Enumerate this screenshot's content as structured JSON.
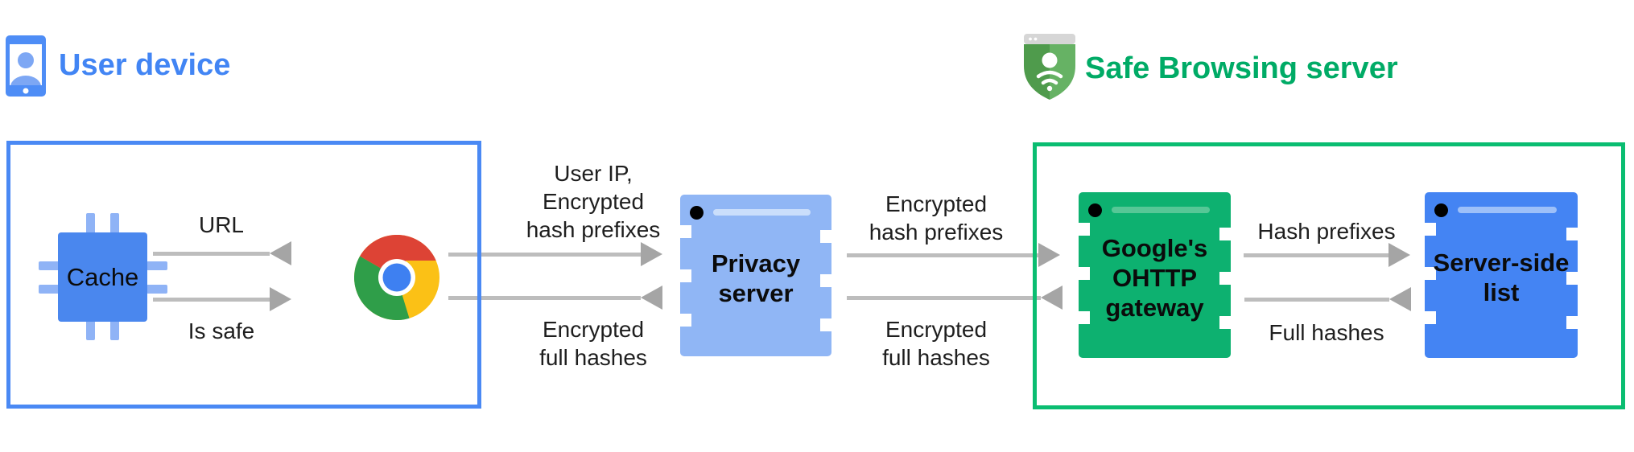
{
  "header": {
    "user_device_label": "User device",
    "safe_browsing_label": "Safe Browsing server"
  },
  "nodes": {
    "cache": {
      "label": "Cache",
      "icon": "chip-icon",
      "color": "#4a87ee"
    },
    "browser": {
      "icon": "chrome-icon"
    },
    "privacy_server": {
      "label": "Privacy\nserver",
      "icon": "server-icon",
      "color": "#90b6f5"
    },
    "ohttp_gateway": {
      "label": "Google's\nOHTTP\ngateway",
      "icon": "server-icon",
      "color": "#0db170"
    },
    "server_side_list": {
      "label": "Server-side\nlist",
      "icon": "server-icon",
      "color": "#4484f3"
    }
  },
  "flows": {
    "url": {
      "label": "URL",
      "direction": "browser-to-cache"
    },
    "is_safe": {
      "label": "Is safe",
      "direction": "cache-to-browser"
    },
    "to_privacy": {
      "label": "User IP,\nEncrypted\nhash prefixes",
      "direction": "browser-to-privacy-server"
    },
    "from_privacy": {
      "label": "Encrypted\nfull hashes",
      "direction": "privacy-server-to-browser"
    },
    "to_gateway": {
      "label": "Encrypted\nhash prefixes",
      "direction": "privacy-server-to-gateway"
    },
    "from_gateway": {
      "label": "Encrypted\nfull hashes",
      "direction": "gateway-to-privacy-server"
    },
    "to_list": {
      "label": "Hash prefixes",
      "direction": "gateway-to-list"
    },
    "from_list": {
      "label": "Full hashes",
      "direction": "list-to-gateway"
    }
  },
  "icons": {
    "user_device": "phone-user-icon",
    "safe_browsing": "shield-wifi-icon"
  },
  "colors": {
    "google_blue": "#4285f4",
    "title_green": "#00ab66",
    "blue_zone_border": "#4a89f4",
    "green_zone_border": "#0abd71",
    "arrow_gray": "#bdbdbd",
    "arrow_head_gray": "#a5a5a5"
  }
}
